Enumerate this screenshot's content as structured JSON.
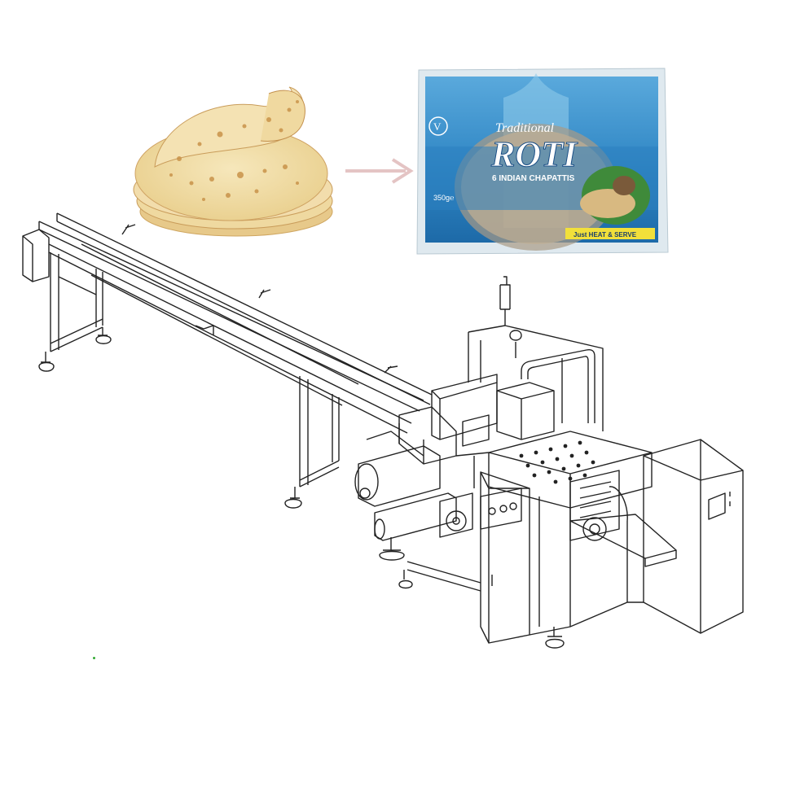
{
  "package": {
    "title_script": "Traditional",
    "title_main": "ROTI",
    "subtitle": "6 INDIAN CHAPATTIS",
    "weight": "350g℮",
    "tagline": "Just HEAT & SERVE"
  },
  "colors": {
    "package_blue": "#2f86c4",
    "package_light_blue": "#8ec9ea",
    "roti_base": "#f0deaa",
    "roti_spot": "#c9934a",
    "arrow": "#e4c4c4",
    "tag_yellow": "#f2e03a",
    "line": "#222222"
  },
  "icons": {
    "arrow": "arrow-right-icon",
    "vegetarian": "vegetarian-v-icon"
  }
}
